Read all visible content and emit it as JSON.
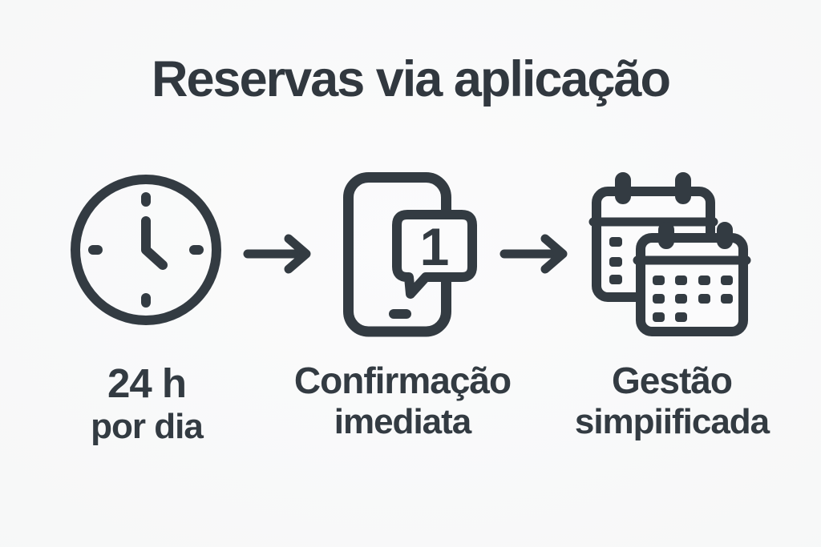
{
  "title": "Reservas via aplicação",
  "colors": {
    "ink": "#333b42",
    "background": "#f7f8f8"
  },
  "steps": [
    {
      "icon": "clock-icon",
      "label_line1": "24 h",
      "label_line2": "por dia"
    },
    {
      "icon": "phone-notification-icon",
      "badge": "1",
      "label_line1": "Confirmação",
      "label_line2": "imediata"
    },
    {
      "icon": "calendars-icon",
      "label_line1": "Gestão",
      "label_line2": "simpiificada"
    }
  ],
  "arrows": [
    {
      "icon": "right-arrow-icon"
    },
    {
      "icon": "right-arrow-icon"
    }
  ]
}
